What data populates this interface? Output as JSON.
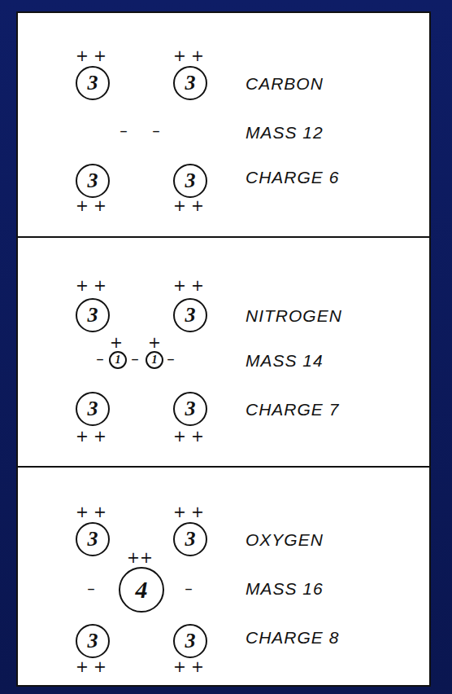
{
  "diagram": {
    "nodes": [
      {
        "text": [
          "CARBON",
          "MASS 12",
          "CHARGE 6"
        ]
      },
      {
        "text": [
          "3"
        ],
        "in": 0
      },
      {
        "text": [
          "3"
        ],
        "in": 0
      },
      {
        "text": [
          "3"
        ],
        "in": 0
      },
      {
        "text": [
          "3"
        ],
        "in": 0
      },
      {
        "text": [
          "NITROGEN",
          "MASS 14",
          "CHARGE 7"
        ]
      },
      {
        "text": [
          "3"
        ],
        "in": 5
      },
      {
        "text": [
          "3"
        ],
        "in": 5
      },
      {
        "text": [
          "1"
        ],
        "in": 5
      },
      {
        "text": [
          "1"
        ],
        "in": 5
      },
      {
        "text": [
          "3"
        ],
        "in": 5
      },
      {
        "text": [
          "3"
        ],
        "in": 5
      },
      {
        "text": [
          "OXYGEN",
          "MASS 16",
          "CHARGE 8"
        ]
      },
      {
        "text": [
          "3"
        ],
        "in": 12
      },
      {
        "text": [
          "3"
        ],
        "in": 12
      },
      {
        "text": [
          "4"
        ],
        "in": 12
      },
      {
        "text": [
          "3"
        ],
        "in": 12
      },
      {
        "text": [
          "3"
        ],
        "in": 12
      }
    ],
    "labels": [
      "+ +",
      "+ +",
      "–",
      "–",
      "+ +",
      "+ +",
      "+ +",
      "+ +",
      "+",
      "+",
      "–",
      "–",
      "–",
      "+ +",
      "+ +",
      "+ +",
      "+ +",
      "++",
      "–",
      "–",
      "+ +",
      "+ +"
    ]
  }
}
